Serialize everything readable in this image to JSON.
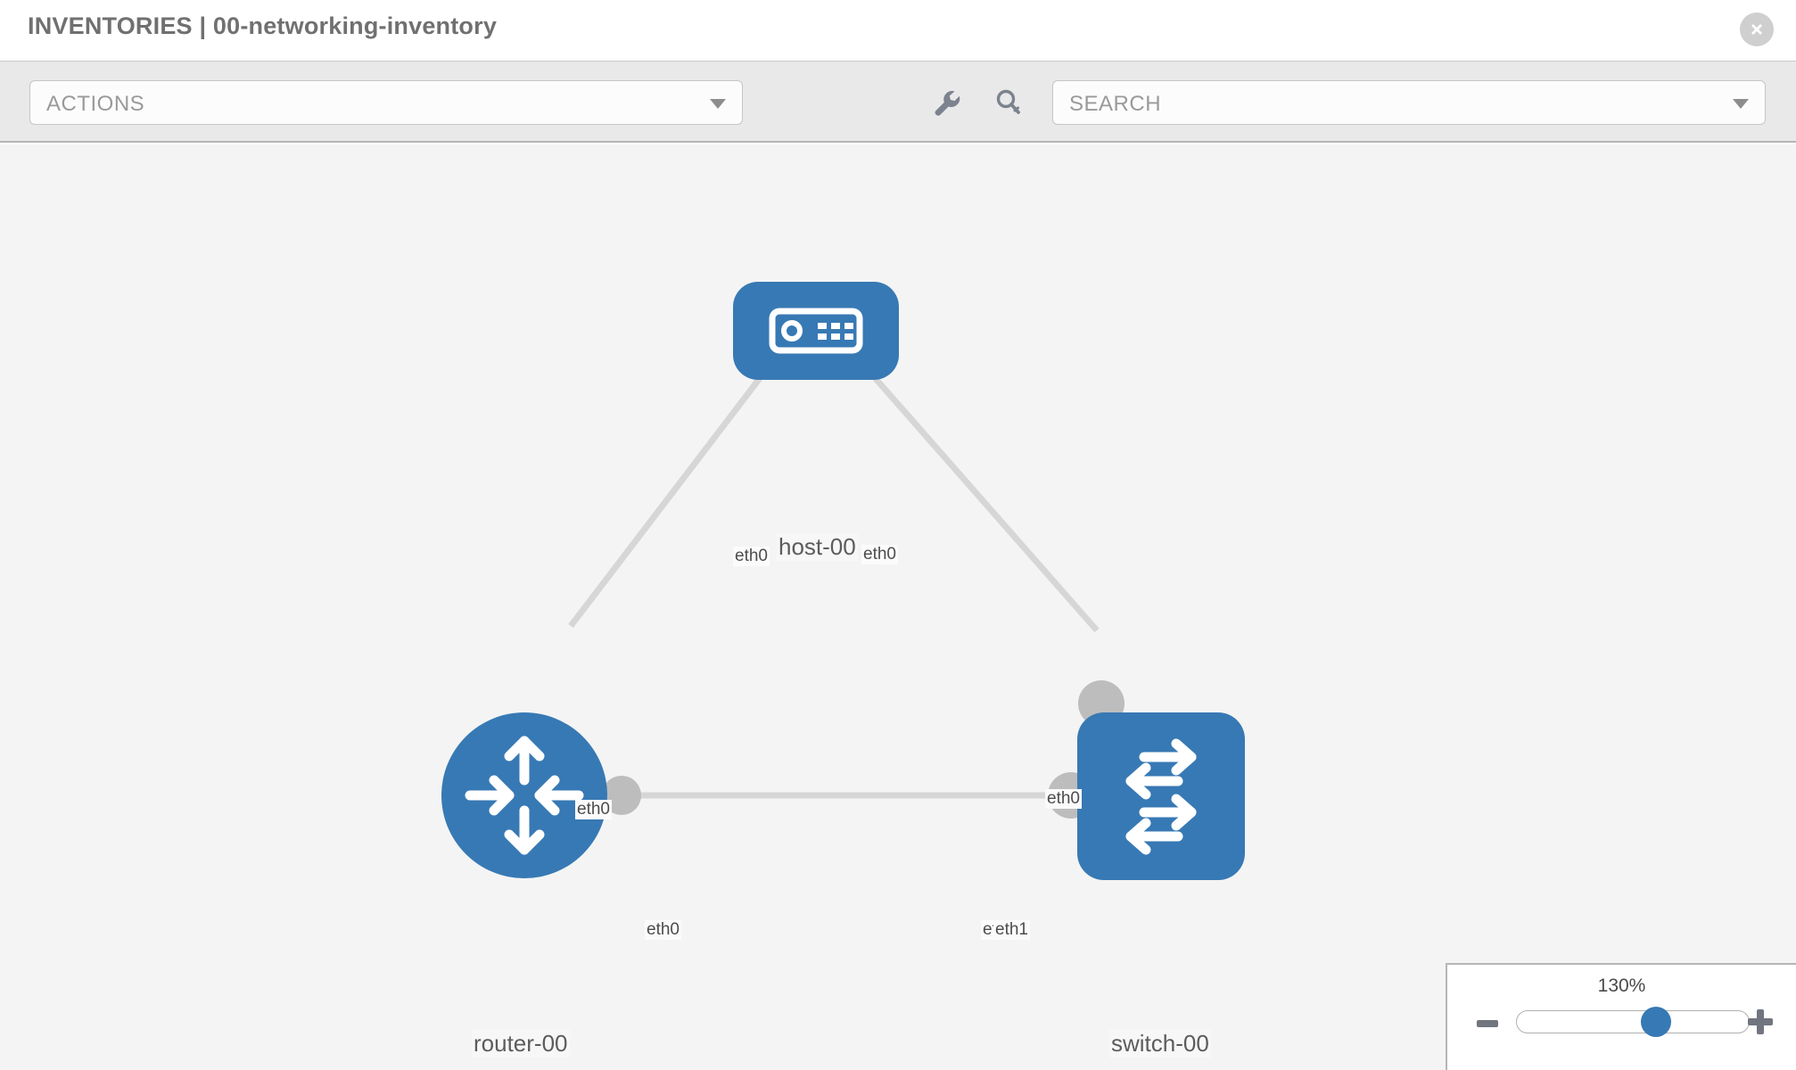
{
  "header": {
    "title": "INVENTORIES | 00-networking-inventory",
    "close_icon": "close-circle-icon"
  },
  "toolbar": {
    "actions_label": "ACTIONS",
    "actions_caret_icon": "chevron-down-icon",
    "wrench_icon": "wrench-icon",
    "magnifier_icon": "magnifier-icon",
    "search_placeholder": "SEARCH",
    "search_caret_icon": "chevron-down-icon"
  },
  "colors": {
    "node_blue": "#3779b4",
    "edge_grey": "#d6d6d6",
    "connector_grey": "#bdbdbd",
    "canvas_bg": "#f4f4f4",
    "toolbar_bg": "#e9e9e9"
  },
  "topology": {
    "nodes": [
      {
        "id": "host-00",
        "label": "host-00",
        "type": "host",
        "icon": "server-icon",
        "shape": "rounded-rect"
      },
      {
        "id": "router-00",
        "label": "router-00",
        "type": "router",
        "icon": "router-arrows-icon",
        "shape": "circle"
      },
      {
        "id": "switch-00",
        "label": "switch-00",
        "type": "switch",
        "icon": "switch-arrows-icon",
        "shape": "rounded-square"
      }
    ],
    "edges": [
      {
        "from": "host-00",
        "to": "router-00",
        "from_interface": "eth0",
        "to_interface": "eth0"
      },
      {
        "from": "host-00",
        "to": "switch-00",
        "from_interface": "eth0",
        "to_interface": "eth0"
      },
      {
        "from": "router-00",
        "to": "switch-00",
        "from_interface": "eth0",
        "to_interface": "eth1"
      }
    ],
    "interface_labels": {
      "host_left": "eth0",
      "host_right": "eth0",
      "router_up": "eth0",
      "router_right": "eth0",
      "switch_up": "eth0",
      "switch_left_hidden": "eth0",
      "switch_left": "eth1"
    }
  },
  "zoom": {
    "percent": "130%",
    "minus_icon": "minus-icon",
    "plus_icon": "plus-icon",
    "handle_position_pct": 61
  }
}
